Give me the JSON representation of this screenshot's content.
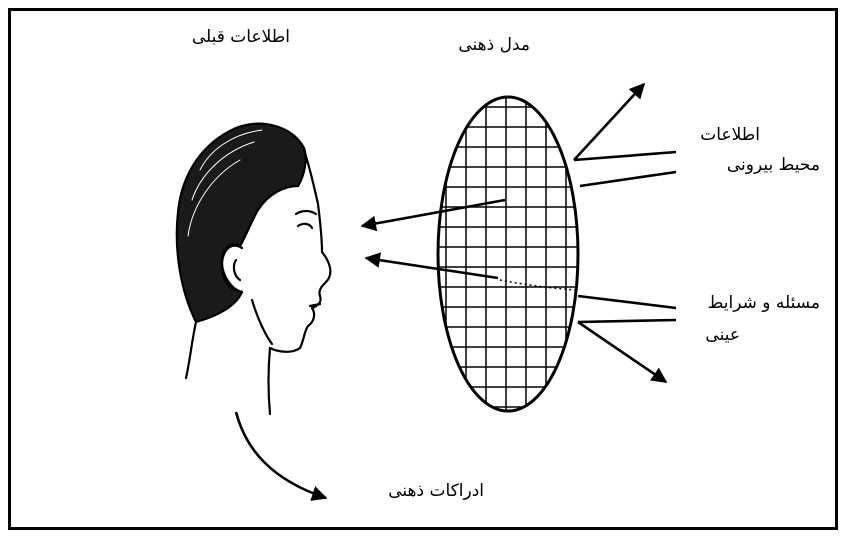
{
  "labels": {
    "prior_info": "اطلاعات قبلی",
    "mental_model": "مدل ذهنی",
    "external_info_line1": "اطلاعات",
    "external_info_line2": "محیط بیرونی",
    "problem_line1": "مسئله و شرایط",
    "problem_line2": "عینی",
    "mental_perceptions": "ادراکات ذهنی"
  },
  "icons": {
    "head": "human-head-profile-icon",
    "grid": "grid-ellipse-icon"
  },
  "colors": {
    "ink": "#000000",
    "background": "#ffffff"
  }
}
